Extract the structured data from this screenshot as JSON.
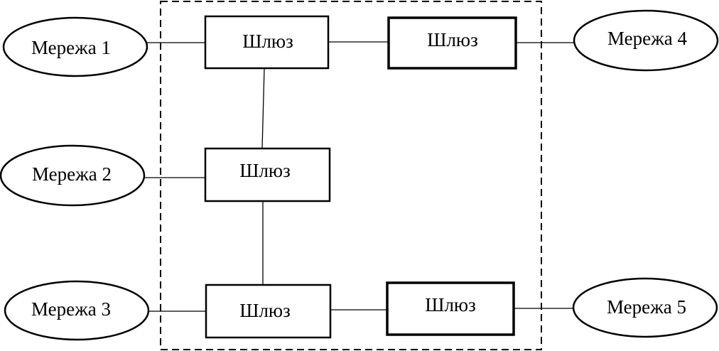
{
  "diagram": {
    "colors": {
      "stroke": "#000000",
      "fill": "#ffffff",
      "text": "#000000"
    },
    "networks": [
      {
        "label": "Мережа 1"
      },
      {
        "label": "Мережа 2"
      },
      {
        "label": "Мережа 3"
      },
      {
        "label": "Мережа 4"
      },
      {
        "label": "Мережа 5"
      }
    ],
    "gateways": [
      {
        "label": "Шлюз"
      },
      {
        "label": "Шлюз"
      },
      {
        "label": "Шлюз"
      },
      {
        "label": "Шлюз"
      },
      {
        "label": "Шлюз"
      }
    ]
  }
}
